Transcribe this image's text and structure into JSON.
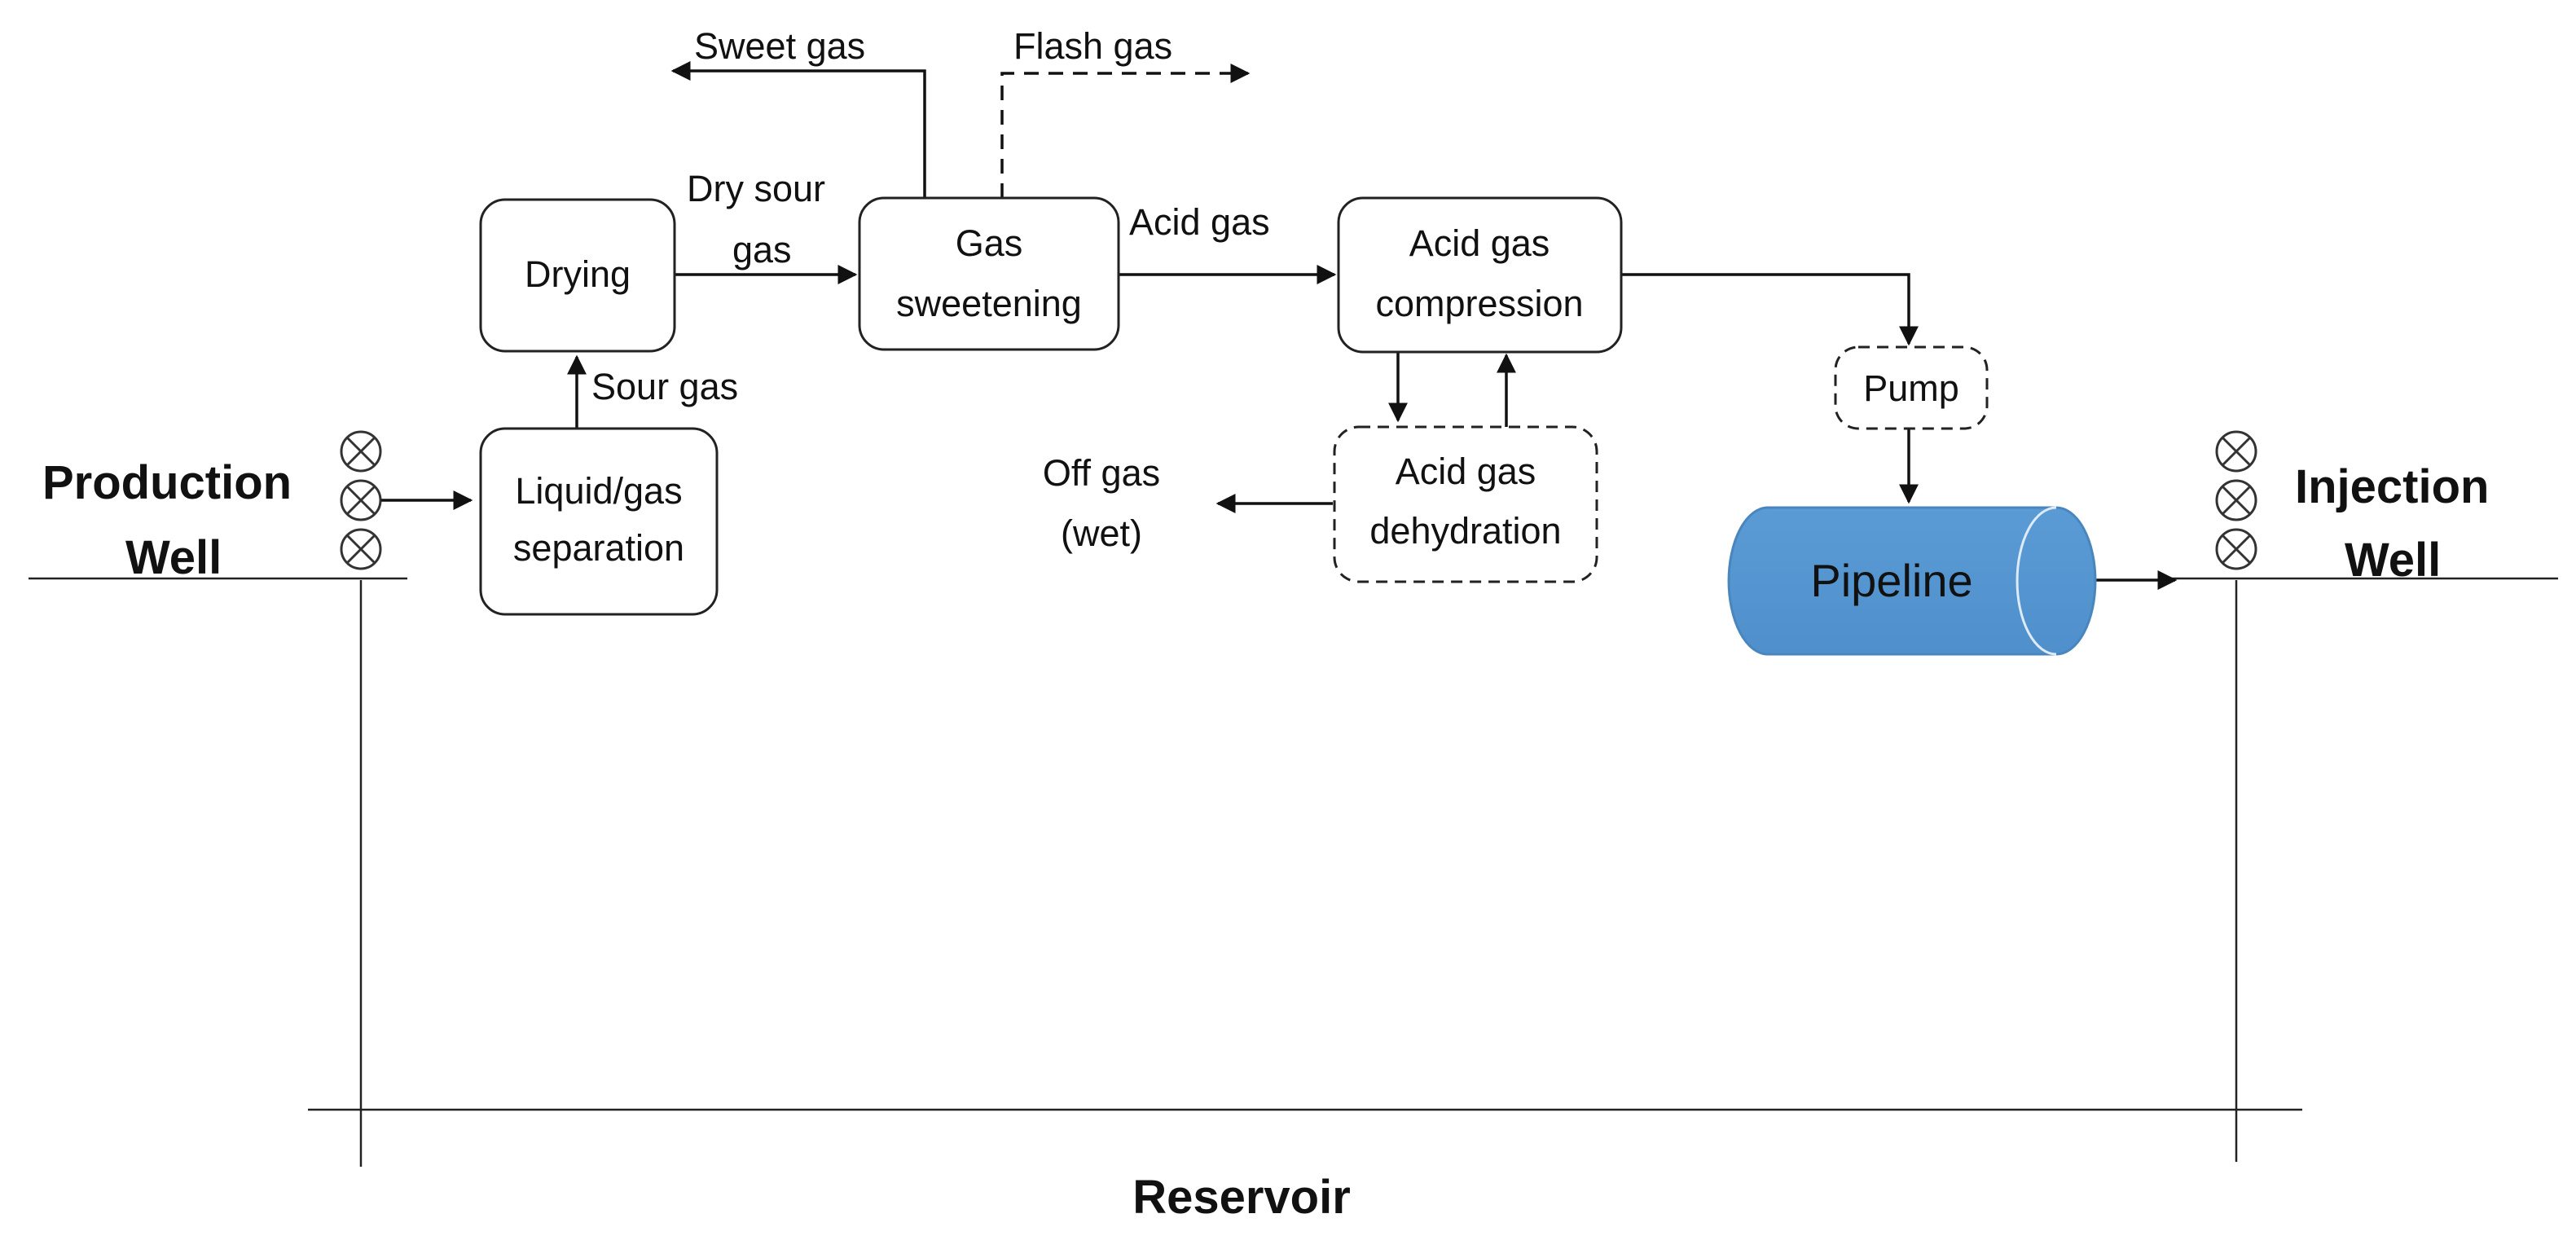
{
  "wells": {
    "production": {
      "line1": "Production",
      "line2": "Well"
    },
    "injection": {
      "line1": "Injection",
      "line2": "Well"
    }
  },
  "reservoir": "Reservoir",
  "boxes": {
    "drying": "Drying",
    "separation": {
      "line1": "Liquid/gas",
      "line2": "separation"
    },
    "sweetening": {
      "line1": "Gas",
      "line2": "sweetening"
    },
    "compression": {
      "line1": "Acid gas",
      "line2": "compression"
    },
    "dehydration": {
      "line1": "Acid gas",
      "line2": "dehydration"
    },
    "pump": "Pump",
    "pipeline": "Pipeline"
  },
  "streams": {
    "sweet_gas": "Sweet gas",
    "flash_gas": "Flash gas",
    "dry_sour_gas": {
      "line1": "Dry sour",
      "line2": "gas"
    },
    "acid_gas": "Acid gas",
    "sour_gas": "Sour gas",
    "off_gas": {
      "line1": "Off gas",
      "line2": "(wet)"
    }
  },
  "colors": {
    "pipeline_fill": "#5B9BD5",
    "pipeline_edge": "#4A86BE",
    "line": "#111111"
  }
}
